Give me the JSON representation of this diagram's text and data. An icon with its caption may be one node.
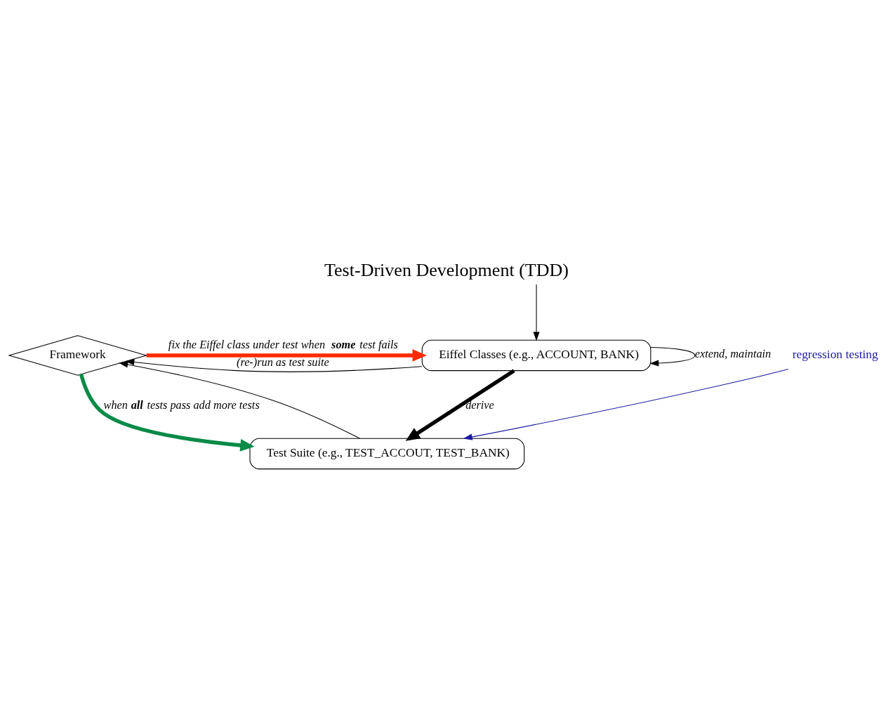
{
  "diagram": {
    "title": "Test-Driven Development (TDD)",
    "nodes": [
      {
        "text": [
          "Eiffel Classes (e.g., ACCOUNT, BANK)"
        ]
      },
      {
        "text": [
          "Test Suite (e.g., TEST_ACCOUT, TEST_BANK)"
        ]
      },
      {
        "text": [
          "Framework"
        ]
      },
      {
        "text": [
          "regression testing"
        ]
      }
    ],
    "edges": [
      {
        "from": null,
        "to": 0,
        "arrow": "to"
      },
      {
        "from": 0,
        "to": 0,
        "arrow": "to",
        "label": "extend, maintain"
      },
      {
        "from": 0,
        "to": 1,
        "arrow": "to",
        "label": "derive",
        "style": "thick"
      },
      {
        "from": 0,
        "to": 2,
        "arrow": "to",
        "label": "(re-)run as test suite"
      },
      {
        "from": 1,
        "to": 2,
        "arrow": "to"
      },
      {
        "from": 2,
        "to": 0,
        "arrow": "to",
        "label": "fix the Eiffel class under test when **some** test fails",
        "style": "thick",
        "color": "#ff2a00"
      },
      {
        "from": 2,
        "to": 1,
        "arrow": "to",
        "label": "when **all** tests pass add more tests",
        "style": "thick",
        "color": "#0a8a48"
      },
      {
        "from": 3,
        "to": 1,
        "arrow": "to",
        "color": "#1a1aa0"
      }
    ]
  }
}
